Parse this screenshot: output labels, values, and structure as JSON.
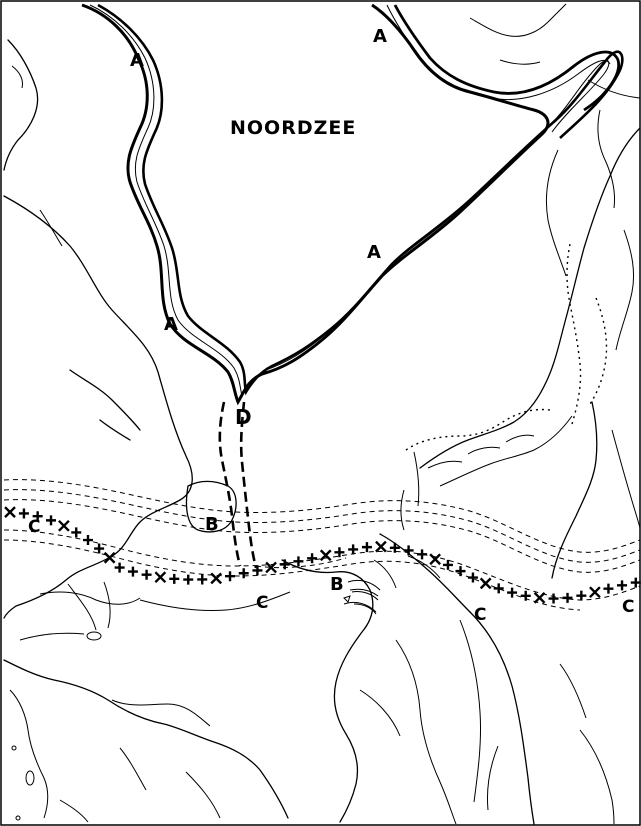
{
  "map": {
    "sea_label": "NOORDZEE",
    "markers": {
      "a1": "A",
      "a2": "A",
      "a3": "A",
      "a4": "A",
      "b1": "B",
      "b2": "B",
      "c1": "C",
      "c2": "C",
      "c3": "C",
      "c4": "C",
      "d1": "D"
    }
  }
}
